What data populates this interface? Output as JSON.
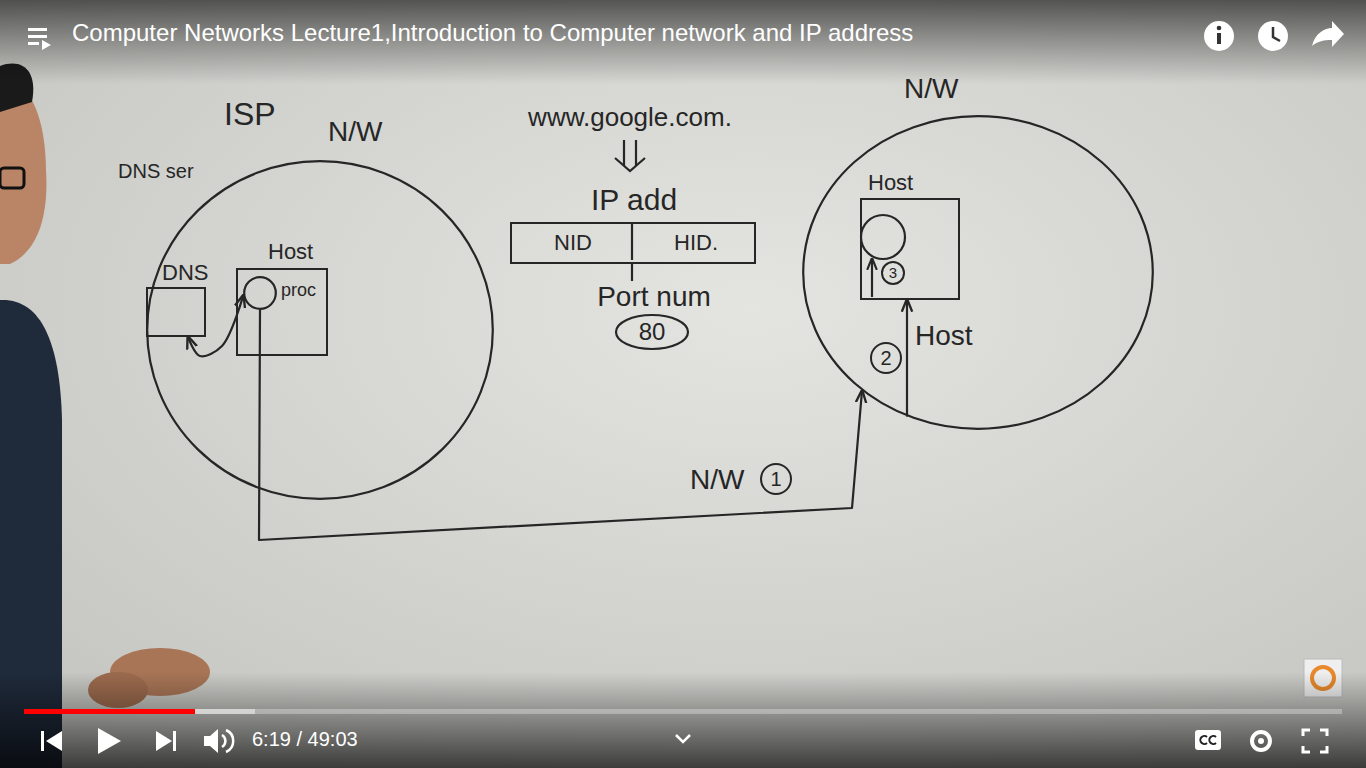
{
  "diagram": {
    "title": "Computer Networks Lecture1,Introduction to Computer network and IP address",
    "nodes": [
      {
        "text": [
          "N/W"
        ]
      },
      {
        "text": [
          "DNS"
        ],
        "in": 0
      },
      {
        "text": [
          "Host"
        ],
        "in": 0
      },
      {
        "text": [
          "proc"
        ],
        "in": 2
      },
      {
        "text": [
          "IP add",
          "NID",
          "HID."
        ]
      },
      {
        "text": [
          "Port num",
          "80"
        ]
      },
      {
        "text": [
          "N/W"
        ]
      },
      {
        "text": [
          "Host"
        ],
        "in": 6
      }
    ],
    "edges": [
      {
        "from": 3,
        "to": 1,
        "arrow": "both"
      },
      {
        "from": 4,
        "to": 5,
        "arrow": "none"
      },
      {
        "from": 3,
        "to": 6,
        "arrow": "to",
        "label": "N/W"
      },
      {
        "from": 6,
        "to": 7,
        "arrow": "to",
        "label": "Host"
      }
    ],
    "labels": [
      "ISP",
      "DNS ser",
      "www.google.com.",
      "1",
      "2",
      "3",
      "6:19 / 49:03"
    ]
  }
}
